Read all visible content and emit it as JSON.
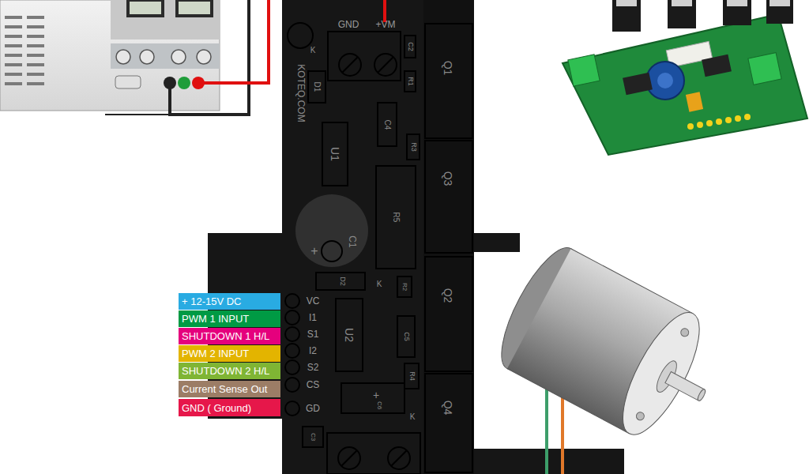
{
  "diagram": {
    "nodes": [
      {
        "text": [
          "+ 12-15V DC"
        ]
      },
      {
        "text": [
          "PWM 1 INPUT"
        ]
      },
      {
        "text": [
          "SHUTDOWN 1 H/L"
        ]
      },
      {
        "text": [
          "PWM 2 INPUT"
        ]
      },
      {
        "text": [
          "SHUTDOWN 2 H/L"
        ]
      },
      {
        "text": [
          "Current Sense Out"
        ]
      },
      {
        "text": [
          "GND ( Ground)"
        ]
      }
    ],
    "labels": [
      "GND",
      "+VM",
      "KOTEQ.COM",
      "K",
      "D1",
      "C2",
      "R1",
      "Q1",
      "C4",
      "U1",
      "R3",
      "Q3",
      "R5",
      "C1",
      "+",
      "D2",
      "K",
      "R2",
      "Q2",
      "VC",
      "I1",
      "S1",
      "I2",
      "S2",
      "CS",
      "GD",
      "U2",
      "C5",
      "R4",
      "Q4",
      "+",
      "C6",
      "K",
      "C3"
    ]
  }
}
